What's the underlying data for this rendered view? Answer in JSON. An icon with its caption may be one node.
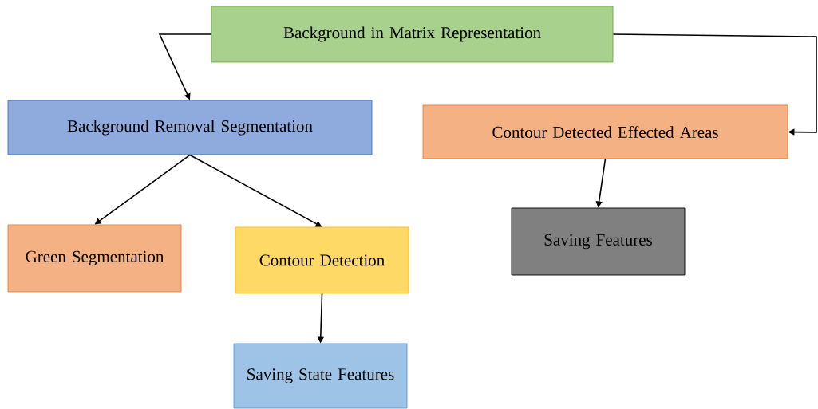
{
  "diagram": {
    "nodes": [
      {
        "text": [
          "Background in Matrix Representation"
        ]
      },
      {
        "text": [
          "Background Removal Segmentation"
        ]
      },
      {
        "text": [
          "Contour Detected Effected Areas"
        ]
      },
      {
        "text": [
          "Green Segmentation"
        ]
      },
      {
        "text": [
          "Contour Detection"
        ]
      },
      {
        "text": [
          "Saving Features"
        ]
      },
      {
        "text": [
          "Saving State Features"
        ]
      }
    ],
    "edges": [
      {
        "from": 0,
        "to": 1,
        "arrow": "to"
      },
      {
        "from": 0,
        "to": 2,
        "arrow": "to"
      },
      {
        "from": 1,
        "to": 3,
        "arrow": "to"
      },
      {
        "from": 1,
        "to": 4,
        "arrow": "to"
      },
      {
        "from": 4,
        "to": 6,
        "arrow": "to"
      },
      {
        "from": 2,
        "to": 5,
        "arrow": "to"
      }
    ]
  }
}
